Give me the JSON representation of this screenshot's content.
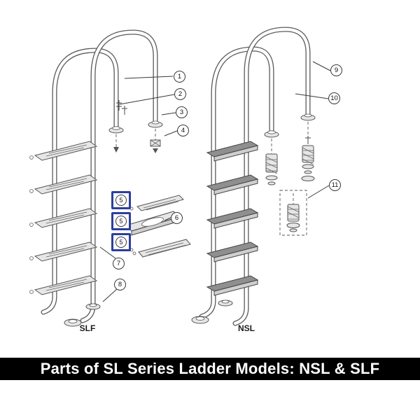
{
  "banner": {
    "text": "Parts of SL Series Ladder Models: NSL & SLF",
    "bg": "#000000",
    "fg": "#ffffff"
  },
  "diagram": {
    "left_ladder_label": "SLF",
    "right_ladder_label": "NSL",
    "line_color": "#3a3a3a",
    "highlight_color": "#2c3e9e",
    "callouts": [
      {
        "number": "1",
        "highlighted": false
      },
      {
        "number": "2",
        "highlighted": false
      },
      {
        "number": "3",
        "highlighted": false
      },
      {
        "number": "4",
        "highlighted": false
      },
      {
        "number": "5",
        "highlighted": true
      },
      {
        "number": "5",
        "highlighted": true
      },
      {
        "number": "5",
        "highlighted": true
      },
      {
        "number": "6",
        "highlighted": false
      },
      {
        "number": "7",
        "highlighted": false
      },
      {
        "number": "8",
        "highlighted": false
      },
      {
        "number": "9",
        "highlighted": false
      },
      {
        "number": "10",
        "highlighted": false
      },
      {
        "number": "11",
        "highlighted": false
      }
    ]
  }
}
